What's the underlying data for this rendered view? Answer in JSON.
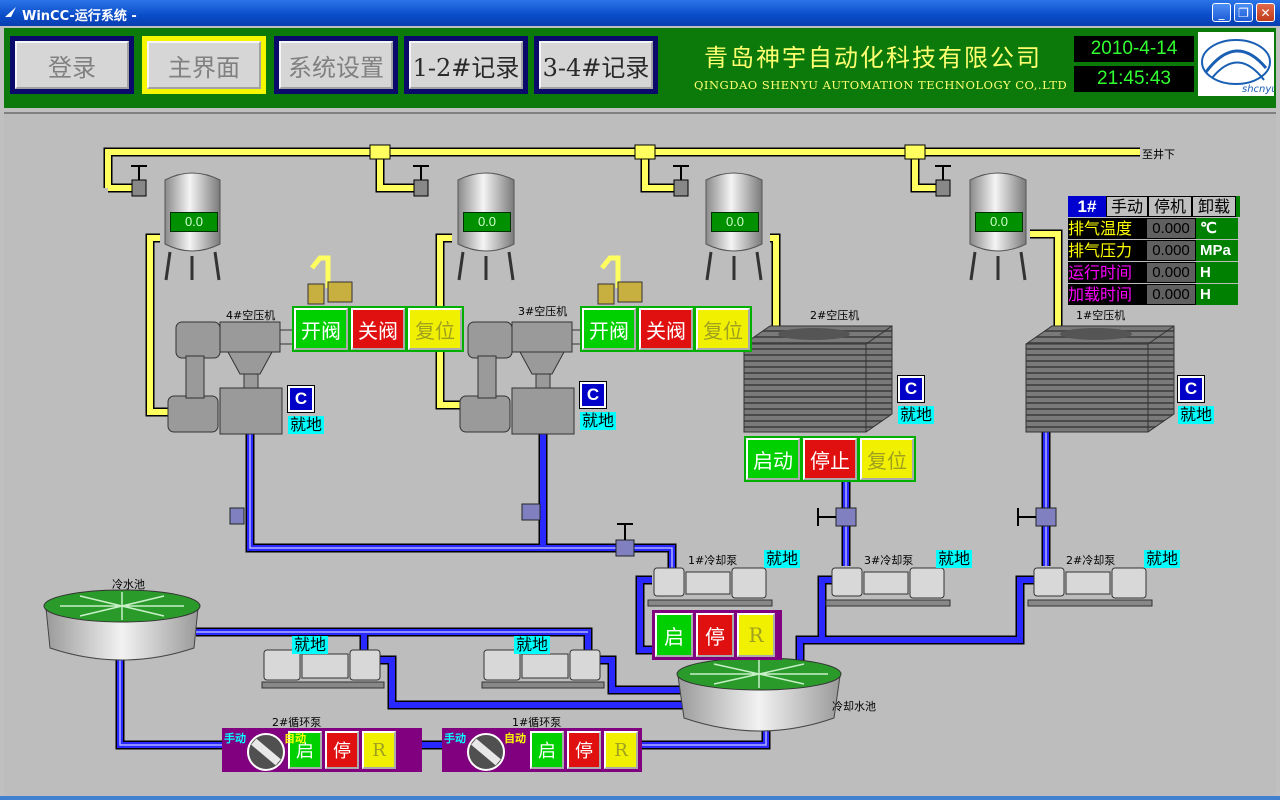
{
  "window": {
    "title": "WinCC-运行系统 -"
  },
  "nav": {
    "login": "登录",
    "main": "主界面",
    "settings": "系统设置",
    "rec12": "1-2#记录",
    "rec34": "3-4#记录"
  },
  "company": {
    "name_cn": "青岛神宇自动化科技有限公司",
    "name_en": "QINGDAO SHENYU AUTOMATION TECHNOLOGY CO,.LTD"
  },
  "clock": {
    "date": "2010-4-14",
    "time": "21:45:43"
  },
  "tanks": [
    {
      "value": "0.0"
    },
    {
      "value": "0.0"
    },
    {
      "value": "0.0"
    },
    {
      "value": "0.0"
    }
  ],
  "labels": {
    "to_mine": "至井下",
    "comp4": "4#空压机",
    "comp3": "3#空压机",
    "comp2": "2#空压机",
    "comp1": "1#空压机",
    "cold_pool": "冷水池",
    "cooling_pool": "冷却水池",
    "cool_pump1": "1#冷却泵",
    "cool_pump3": "3#冷却泵",
    "cool_pump2": "2#冷却泵",
    "circ_pump2": "2#循环泵",
    "circ_pump1": "1#循环泵",
    "local": "就地",
    "mode_c": "C",
    "manual": "手动",
    "auto": "自动"
  },
  "buttons": {
    "open_valve": "开阀",
    "close_valve": "关阀",
    "reset": "复位",
    "start": "启动",
    "stop": "停止",
    "start_s": "启",
    "stop_s": "停",
    "r": "R"
  },
  "info_panel": {
    "unit": "1#",
    "manual": "手动",
    "stop": "停机",
    "unload": "卸载",
    "rows": [
      {
        "label": "排气温度",
        "value": "0.000",
        "unit": "℃",
        "color": "#ffff00"
      },
      {
        "label": "排气压力",
        "value": "0.000",
        "unit": "MPa",
        "color": "#ffff00"
      },
      {
        "label": "运行时间",
        "value": "0.000",
        "unit": "H",
        "color": "#ff00ff"
      },
      {
        "label": "加载时间",
        "value": "0.000",
        "unit": "H",
        "color": "#ff00ff"
      }
    ]
  },
  "colors": {
    "pipe_air": "#ffff60",
    "pipe_water": "#2020d0",
    "header_bg": "#0b7a0b"
  }
}
